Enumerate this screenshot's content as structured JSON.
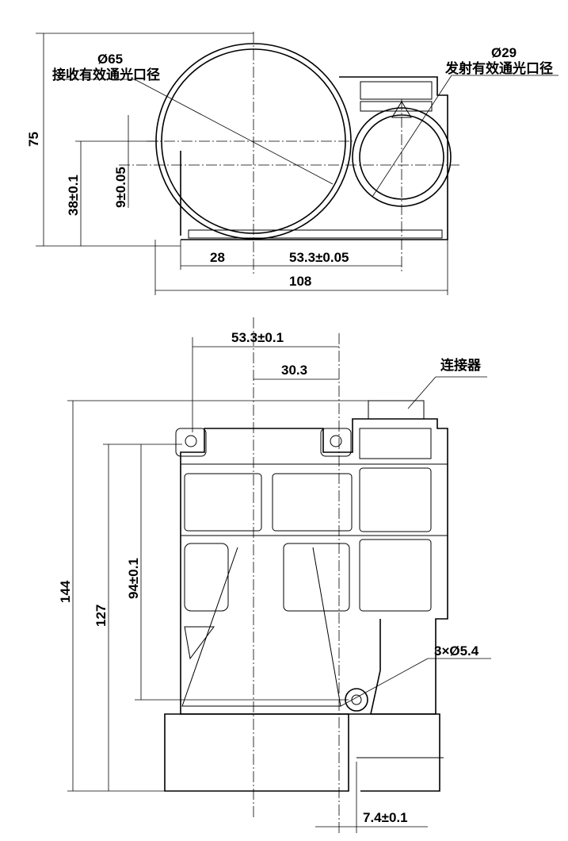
{
  "top_view": {
    "receive_diameter": "Ø65",
    "receive_label": "接收有效通光口径",
    "transmit_diameter": "Ø29",
    "transmit_label": "发射有效通光口径",
    "height": "75",
    "axis_height": "38±0.1",
    "offset": "9±0.05",
    "left_offset": "28",
    "axis_spacing": "53.3±0.05",
    "width": "108"
  },
  "front_view": {
    "axis_spacing": "53.3±0.1",
    "center_offset": "30.3",
    "connector_label": "连接器",
    "total_height": "144",
    "body_height": "127",
    "hole_spacing": "94±0.1",
    "holes": "3×Ø5.4",
    "bottom_offset": "7.4±0.1"
  }
}
